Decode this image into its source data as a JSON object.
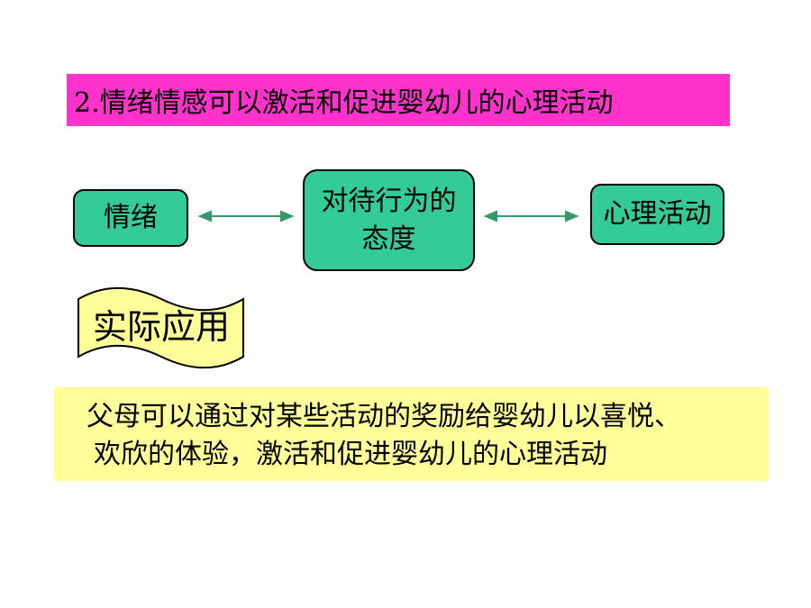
{
  "slide": {
    "title": "2.情绪情感可以激活和促进婴幼儿的心理活动",
    "diagram": {
      "left_node": "情绪",
      "middle_node_line1": "对待行为的",
      "middle_node_line2": "态度",
      "right_node": "心理活动"
    },
    "banner_label": "实际应用",
    "note": {
      "line1": "父母可以通过对某些活动的奖励给婴幼儿以喜悦、",
      "line2": "欢欣的体验，激活和促进婴幼儿的心理活动"
    }
  },
  "colors": {
    "title_background": "#ff33cc",
    "node_fill": "#33cc99",
    "arrow_color": "#339966",
    "banner_fill": "#ffff99",
    "note_background": "#ffff99"
  }
}
